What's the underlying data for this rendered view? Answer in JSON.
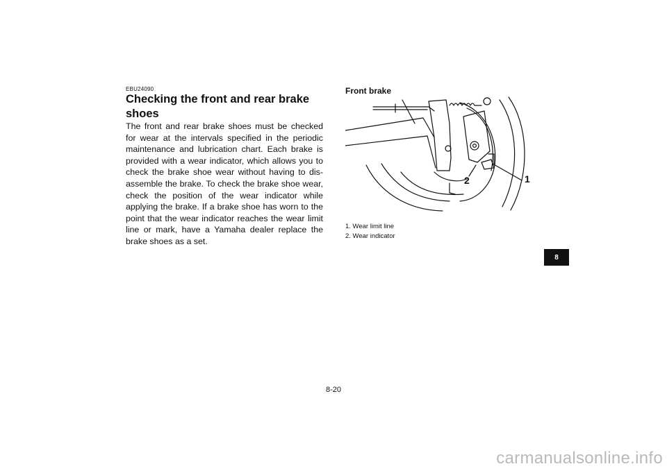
{
  "section": {
    "code": "EBU24090",
    "heading": "Checking the front and rear brake shoes",
    "body": "The front and rear brake shoes must be checked for wear at the intervals specified in the periodic maintenance and lubrication chart. Each brake is provided with a wear indicator, which allows you to check the brake shoe wear without having to dis-assemble the brake. To check the brake shoe wear, check the position of the wear indicator while applying the brake. If a brake shoe has worn to the point that the wear indicator reaches the wear limit line or mark, have a Yamaha dealer replace the brake shoes as a set."
  },
  "figure": {
    "title": "Front brake",
    "label_1": "1",
    "label_2": "2",
    "callouts": [
      "1.  Wear limit line",
      "2.  Wear indicator"
    ]
  },
  "chapter_tab": "8",
  "page_number": "8-20",
  "watermark": "carmanualsonline.info"
}
